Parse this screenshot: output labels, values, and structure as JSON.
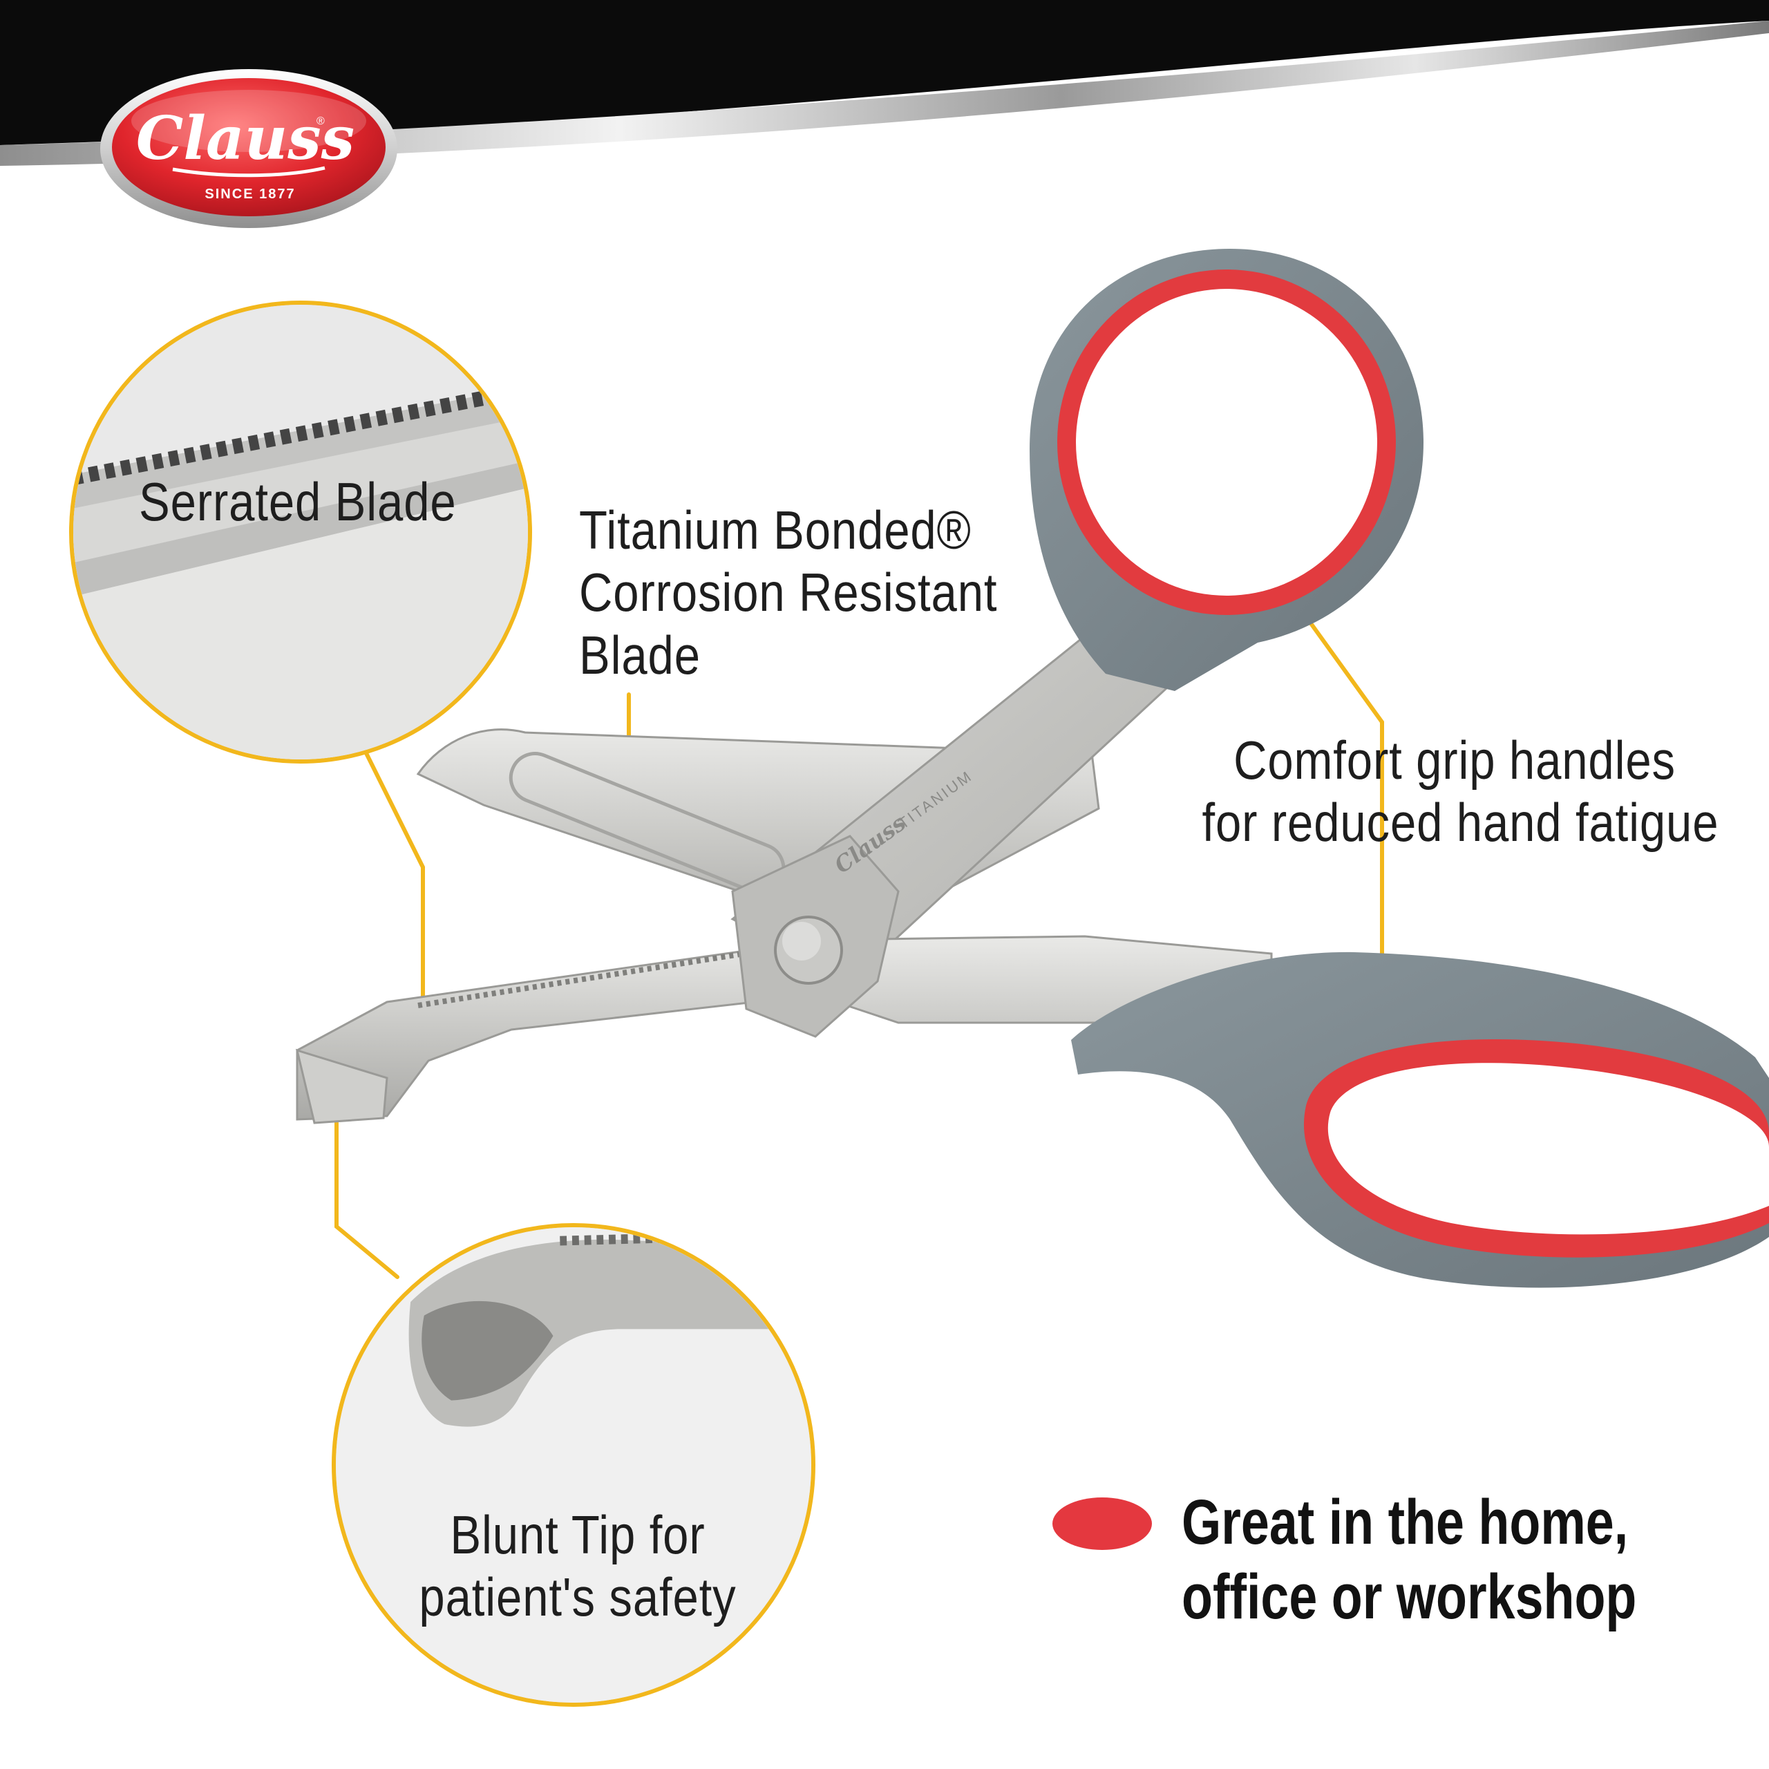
{
  "brand": {
    "logo_text": "Clauss",
    "logo_sub": "SINCE 1877",
    "engraving": "Clauss",
    "engraving_sub": "TITANIUM"
  },
  "callouts": {
    "serrated_blade": "Serrated Blade",
    "titanium": {
      "line1": "Titanium Bonded®",
      "line2": "Corrosion Resistant",
      "line3": "Blade"
    },
    "comfort": {
      "line1": "Comfort grip handles",
      "line2": "for reduced hand fatigue"
    },
    "blunt_tip": {
      "line1": "Blunt Tip for",
      "line2": "patient's safety"
    }
  },
  "tagline": {
    "line1": "Great in the home,",
    "line2": "office or workshop"
  },
  "colors": {
    "accent_yellow": "#f2b71c",
    "brand_red": "#e4383f",
    "handle_gray": "#7e8a90",
    "header_black": "#0b0b0b",
    "text_dark": "#1e1e1e"
  }
}
